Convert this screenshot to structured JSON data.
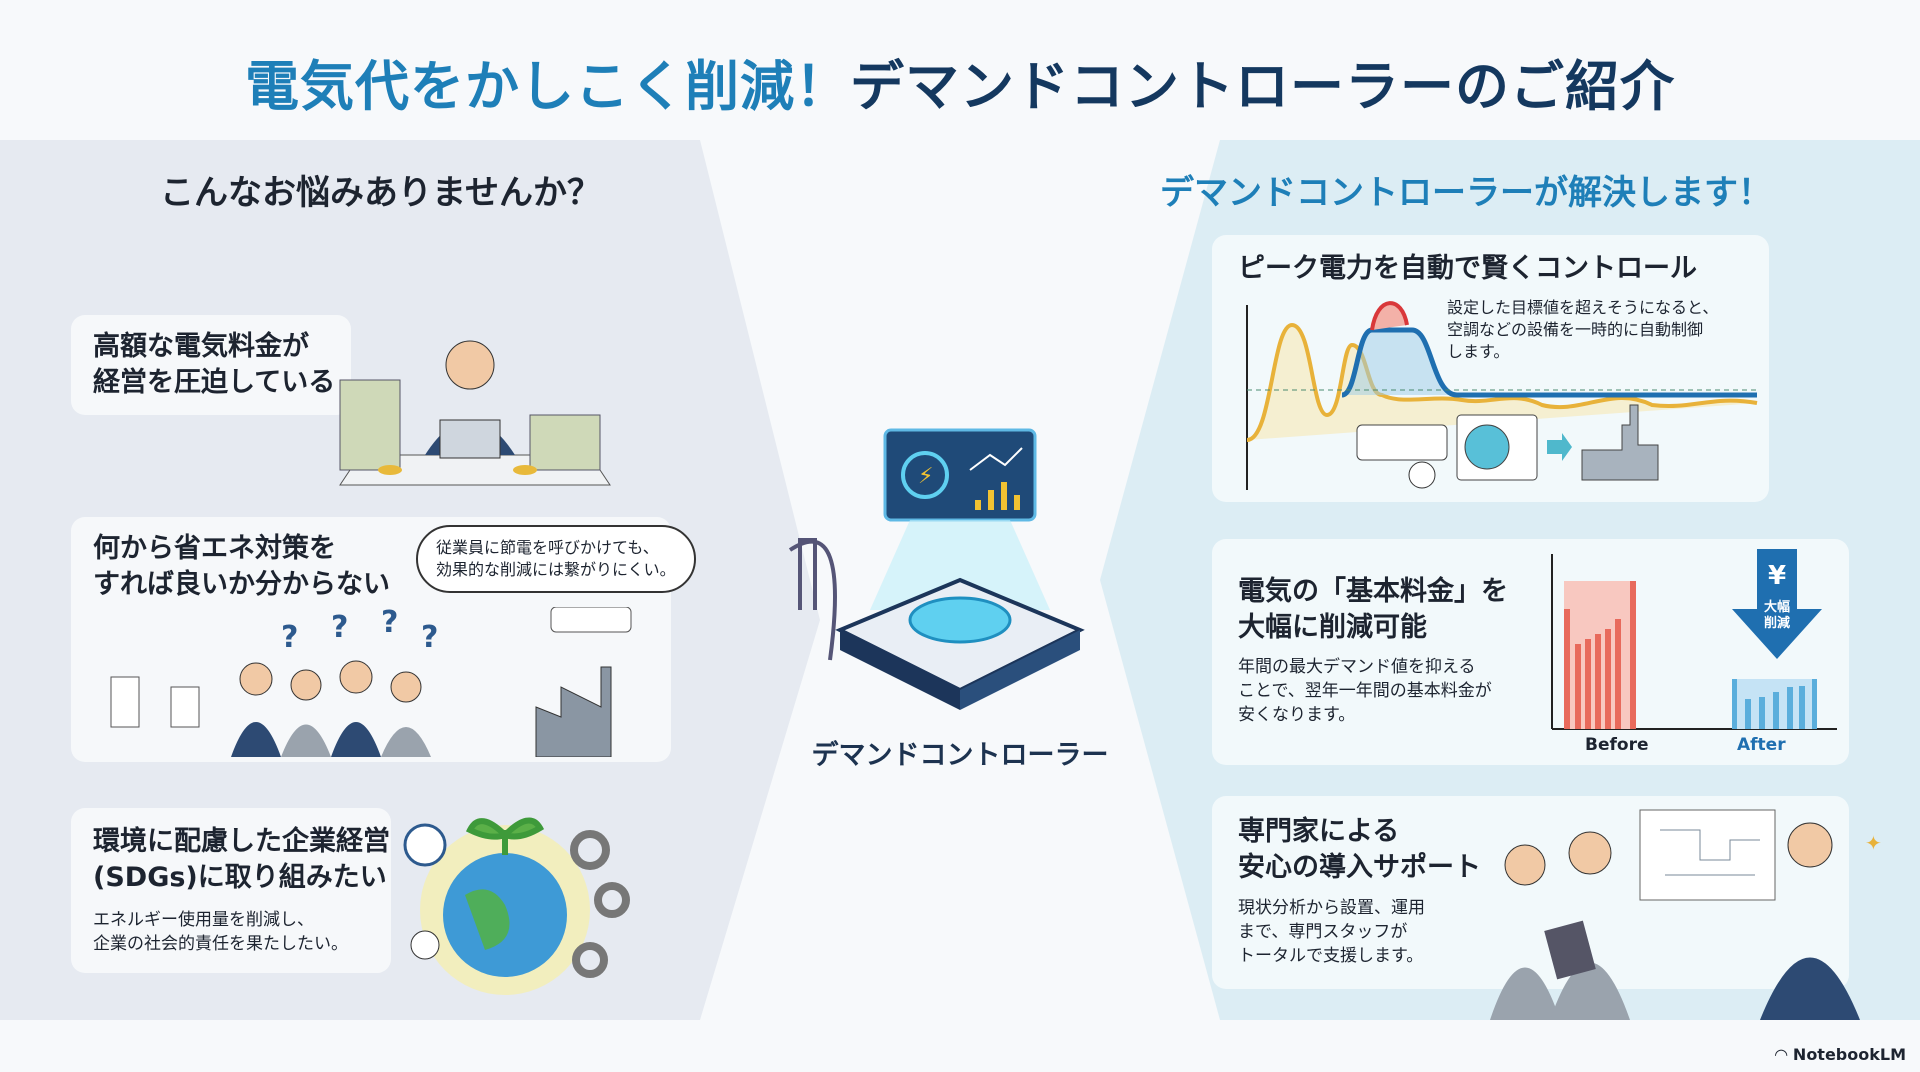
{
  "title": {
    "part1": "電気代をかしこく削減！",
    "part2": "デマンドコントローラーのご紹介"
  },
  "left": {
    "heading": "こんなお悩みありませんか？",
    "cards": [
      {
        "title": "高額な電気料金が\n経営を圧迫している"
      },
      {
        "title": "何から省エネ対策を\nすれば良いか分からない",
        "bubble": "従業員に節電を呼びかけても、\n効果的な削減には繋がりにくい。"
      },
      {
        "title": "環境に配慮した企業経営\n(SDGs)に取り組みたい",
        "sub": "エネルギー使用量を削減し、\n企業の社会的責任を果たしたい。"
      }
    ]
  },
  "center": {
    "label": "デマンドコントローラー"
  },
  "right": {
    "heading": "デマンドコントローラーが解決します！",
    "cards": [
      {
        "title": "ピーク電力を自動で賢くコントロール",
        "sub": "設定した目標値を超えそうになると、\n空調などの設備を一時的に自動制御\nします。"
      },
      {
        "title": "電気の「基本料金」を\n大幅に削減可能",
        "sub": "年間の最大デマンド値を抑える\nことで、翌年一年間の基本料金が\n安くなります。",
        "before": "Before",
        "after": "After",
        "arrow_label": "¥\n大幅\n削減"
      },
      {
        "title": "専門家による\n安心の導入サポート",
        "sub": "現状分析から設置、運用\nまで、専門スタッフが\nトータルで支援します。"
      }
    ]
  },
  "footer": {
    "brand": "NotebookLM"
  },
  "colors": {
    "accent": "#1e7fb8",
    "navy": "#14385f",
    "orange": "#e8b23a",
    "red": "#d9383a"
  }
}
